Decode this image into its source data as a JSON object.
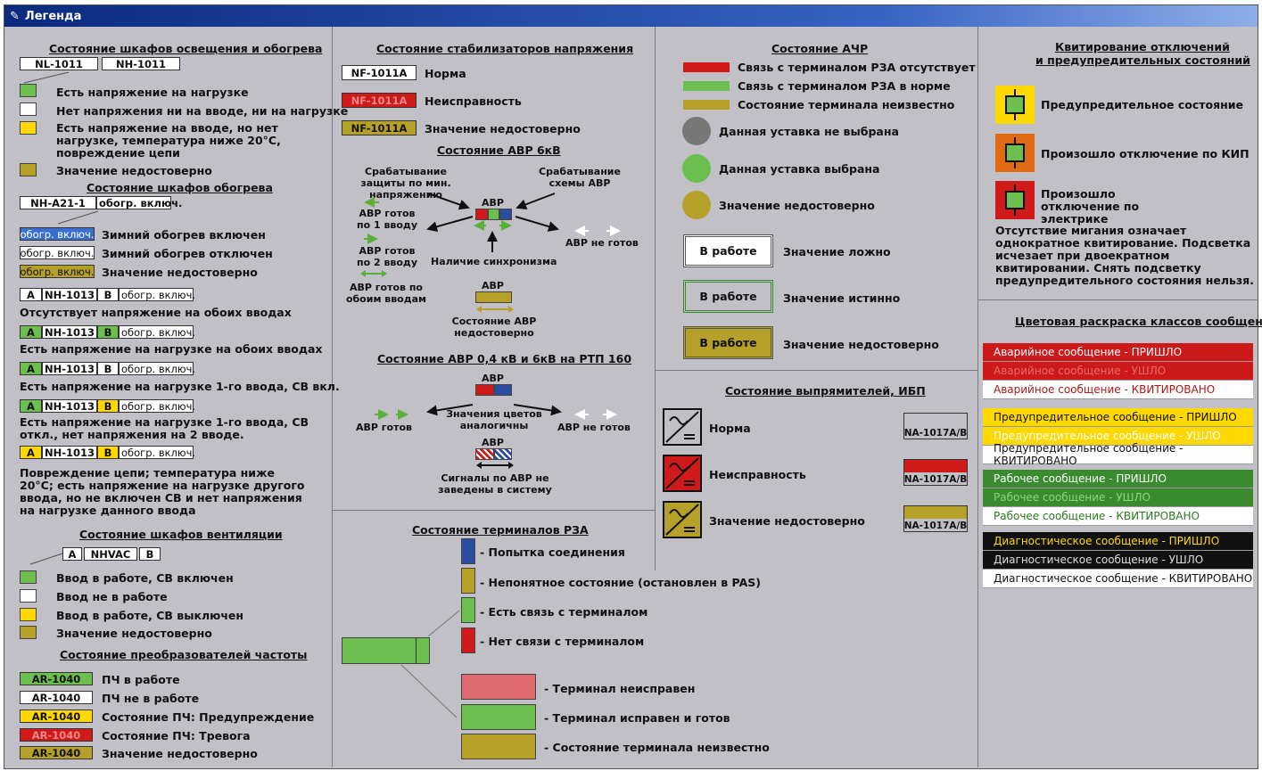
{
  "window": {
    "title": "Легенда"
  },
  "colors": {
    "green": "#6cbf4f",
    "yellow": "#ffd800",
    "olive": "#b5a12a",
    "red": "#d01a1a",
    "blue": "#2a4da0",
    "orange": "#e06a12"
  },
  "lighting": {
    "title": "Состояние шкафов освещения и обогрева",
    "tag1": "NL-1011",
    "tag2": "NH-1011",
    "items": [
      "Есть напряжение на нагрузке",
      "Нет напряжения ни на вводе, ни на нагрузке",
      "Есть напряжение на вводе, но нет нагрузке, температура ниже 20°С, повреждение цепи",
      "Значение недостоверно"
    ]
  },
  "heating": {
    "title": "Состояние шкафов обогрева",
    "tag": "NH-A21-1",
    "state": "обогр. включ.",
    "items": [
      {
        "chip": "обогр. включ.",
        "label": "Зимний обогрев включен"
      },
      {
        "chip": "обогр. включ.",
        "label": "Зимний обогрев отключен"
      },
      {
        "chip": "обогр. включ.",
        "label": "Значение недостоверно"
      }
    ],
    "a": "A",
    "tag2": "NH-1013",
    "b": "B",
    "state2": "обогр. включ.",
    "rows": [
      "Отсутствует напряжение на обоих вводах",
      "Есть напряжение на нагрузке на обоих вводах",
      "Есть напряжение на нагрузке 1-го ввода, СВ вкл.",
      "Есть напряжение на нагрузке 1-го ввода, СВ откл., нет напряжения на 2 вводе.",
      "Повреждение цепи; температура ниже 20°С; есть напряжение на нагрузке другого ввода, но не включен СВ и нет напряжения на нагрузке данного ввода"
    ]
  },
  "vent": {
    "title": "Состояние шкафов вентиляции",
    "a": "A",
    "tag": "NHVAC",
    "b": "B",
    "items": [
      "Ввод в работе, СВ включен",
      "Ввод не в работе",
      "Ввод в работе, СВ выключен",
      "Значение недостоверно"
    ]
  },
  "vfd": {
    "title": "Состояние преобразователей частоты",
    "tag": "AR-1040",
    "items": [
      "ПЧ в работе",
      "ПЧ не в работе",
      "Состояние ПЧ: Предупреждение",
      "Состояние ПЧ: Тревога",
      "Значение недостоверно"
    ]
  },
  "stab": {
    "title": "Состояние стабилизаторов напряжения",
    "tag": "NF-1011A",
    "items": [
      "Норма",
      "Неисправность",
      "Значение недостоверно"
    ]
  },
  "avr6": {
    "title": "Состояние АВР 6кВ",
    "avr": "АВР",
    "trip_min": "Срабатывание защиты по мин. напряжению",
    "trip_scheme": "Срабатывание схемы АВР",
    "ready1": "АВР готов по 1 вводу",
    "ready2": "АВР готов по 2 вводу",
    "ready_both": "АВР готов по обоим вводам",
    "not_ready": "АВР не готов",
    "sync": "Наличие синхронизма",
    "invalid": "Состояние АВР недостоверно"
  },
  "avr04": {
    "title": "Состояние АВР 0,4 кВ и 6кВ на РТП 160",
    "avr": "АВР",
    "ready": "АВР готов",
    "same": "Значения цветов аналогичны",
    "not_ready": "АВР не готов",
    "nosig": "Сигналы по АВР не заведены в систему"
  },
  "rza": {
    "title": "Состояние терминалов РЗА",
    "items": [
      "- Попытка соединения",
      "- Непонятное состояние (остановлен в PAS)",
      "- Есть связь с терминалом",
      "- Нет связи с терминалом"
    ],
    "big": [
      "- Терминал неисправен",
      "- Терминал исправен и готов",
      "- Состояние терминала неизвестно"
    ]
  },
  "achr": {
    "title": "Состояние АЧР",
    "links": [
      "Связь с терминалом РЗА отсутствует",
      "Связь с терминалом РЗА в норме",
      "Состояние терминала неизвестно"
    ],
    "dots": [
      "Данная уставка не выбрана",
      "Данная уставка выбрана",
      "Значение недостоверно"
    ],
    "btn": "В работе",
    "btns": [
      "Значение ложно",
      "Значение истинно",
      "Значение недостоверно"
    ]
  },
  "ups": {
    "title": "Состояние выпрямителей, ИБП",
    "tag": "NA-1017A/B",
    "items": [
      "Норма",
      "Неисправность",
      "Значение недостоверно"
    ]
  },
  "ack": {
    "title1": "Квитирование отключений",
    "title2": "и предупредительных состояний",
    "items": [
      "Предупредительное состояние",
      "Произошло отключение по КИП",
      "Произошло отключение по электрике"
    ],
    "note": "Отсутствие мигания означает однократное квитирование. Подсветка исчезает при двоекратном квитировании. Снять подсветку предупредительного состояния нельзя."
  },
  "classes": {
    "title": "Цветовая раскраска классов сообщений",
    "msgs": [
      "Аварийное сообщение - ПРИШЛО",
      "Аварийное сообщение - УШЛО",
      "Аварийное сообщение - КВИТИРОВАНО",
      "Предупредительное сообщение - ПРИШЛО",
      "Предупредительное сообщение - УШЛО",
      "Предупредительное сообщение - КВИТИРОВАНО",
      "Рабочее сообщение - ПРИШЛО",
      "Рабочее сообщение - УШЛО",
      "Рабочее сообщение - КВИТИРОВАНО",
      "Диагностическое сообщение - ПРИШЛО",
      "Диагностическое сообщение - УШЛО",
      "Диагностическое сообщение - КВИТИРОВАНО"
    ]
  }
}
